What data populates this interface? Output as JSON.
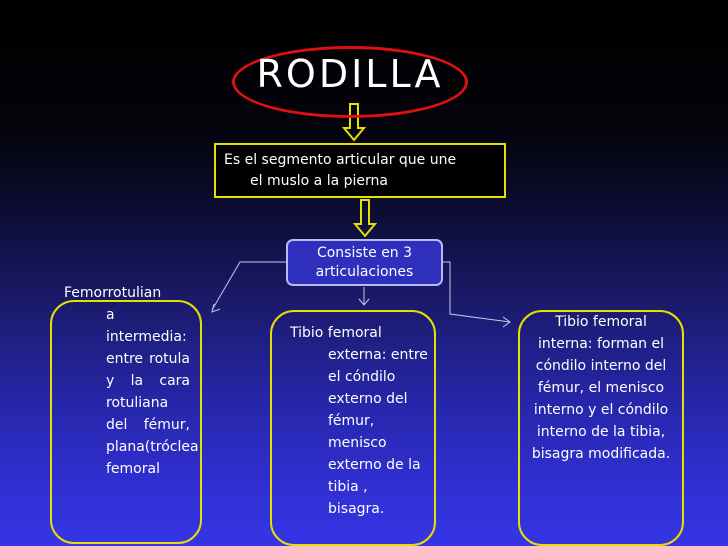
{
  "title": "RODILLA",
  "definition": {
    "line1": "Es el segmento articular que une",
    "line2": "el muslo a la pierna"
  },
  "consiste": {
    "line1": "Consiste en 3",
    "line2": "articulaciones"
  },
  "femorrotuliana": {
    "first": "Femorrotulian",
    "rest": "a intermedia: entre rotula y la cara rotuliana del fémur, plana(tróclea femoral"
  },
  "tibio_externa": {
    "first": "Tibio femoral",
    "rest": "externa: entre el cóndilo externo del fémur, menisco externo de la tibia , bisagra."
  },
  "tibio_interna": {
    "text": "Tibio femoral interna: forman el cóndilo interno del fémur, el menisco interno y el cóndilo interno de la tibia, bisagra modificada."
  },
  "colors": {
    "title_ring": "#e01010",
    "box_border": "#e6e000",
    "consiste_bg": "#2f2fbd",
    "arrow": "#e6e000",
    "connector": "#c8c8e8"
  }
}
